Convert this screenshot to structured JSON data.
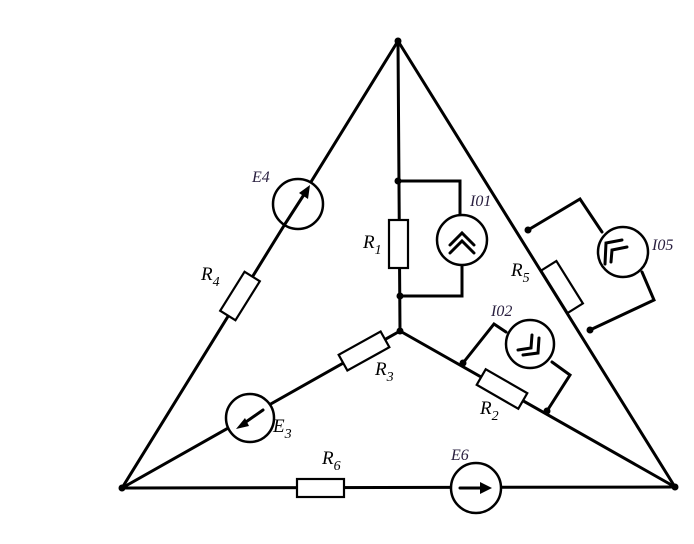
{
  "labels": {
    "E4": "E4",
    "I01": "I01",
    "I05": "I05",
    "I02": "I02",
    "E6": "E6",
    "R1": "R",
    "R1_sub": "1",
    "R2": "R",
    "R2_sub": "2",
    "R3": "R",
    "R3_sub": "3",
    "R4": "R",
    "R4_sub": "4",
    "R5": "R",
    "R5_sub": "5",
    "R6": "R",
    "R6_sub": "6",
    "E3": "E",
    "E3_sub": "3"
  }
}
